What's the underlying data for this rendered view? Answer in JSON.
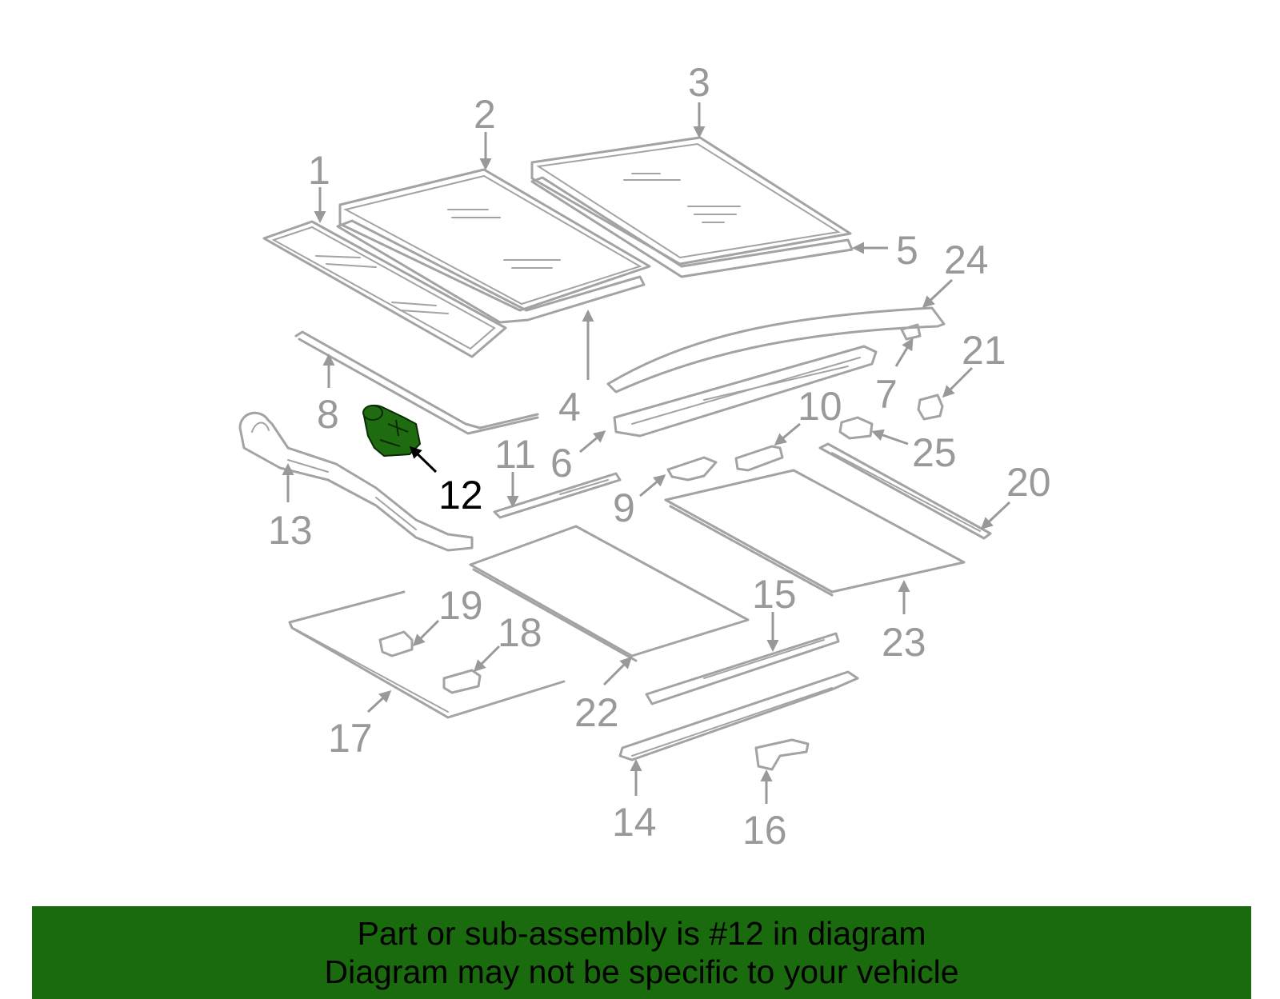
{
  "diagram": {
    "highlighted_callout": "12",
    "highlight_color": "#1f6b10",
    "part_line_color": "#a3a3a3",
    "callout_color": "#999999",
    "callouts": [
      {
        "id": "c1",
        "label": "1"
      },
      {
        "id": "c2",
        "label": "2"
      },
      {
        "id": "c3",
        "label": "3"
      },
      {
        "id": "c4",
        "label": "4"
      },
      {
        "id": "c5",
        "label": "5"
      },
      {
        "id": "c6",
        "label": "6"
      },
      {
        "id": "c7",
        "label": "7"
      },
      {
        "id": "c8",
        "label": "8"
      },
      {
        "id": "c9",
        "label": "9"
      },
      {
        "id": "c10",
        "label": "10"
      },
      {
        "id": "c11",
        "label": "11"
      },
      {
        "id": "c12",
        "label": "12"
      },
      {
        "id": "c13",
        "label": "13"
      },
      {
        "id": "c14",
        "label": "14"
      },
      {
        "id": "c15",
        "label": "15"
      },
      {
        "id": "c16",
        "label": "16"
      },
      {
        "id": "c17",
        "label": "17"
      },
      {
        "id": "c18",
        "label": "18"
      },
      {
        "id": "c19",
        "label": "19"
      },
      {
        "id": "c20",
        "label": "20"
      },
      {
        "id": "c21",
        "label": "21"
      },
      {
        "id": "c22",
        "label": "22"
      },
      {
        "id": "c23",
        "label": "23"
      },
      {
        "id": "c24",
        "label": "24"
      },
      {
        "id": "c25",
        "label": "25"
      }
    ]
  },
  "footer": {
    "background_color": "#1a6b0d",
    "line1": "Part or sub-assembly is #12 in diagram",
    "line2": "Diagram may not be specific to your vehicle"
  }
}
